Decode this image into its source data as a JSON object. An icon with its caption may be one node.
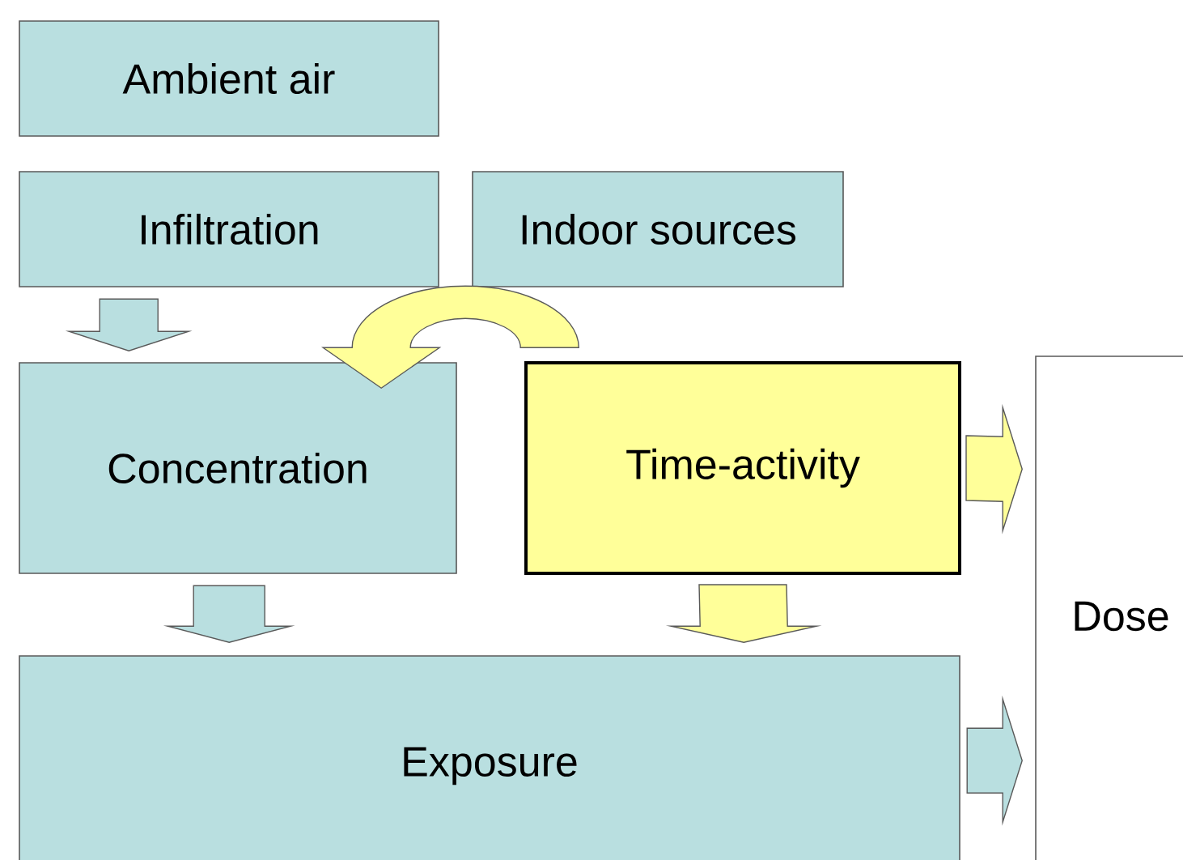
{
  "diagram": {
    "nodes": [
      {
        "text": [
          "Ambient air"
        ]
      },
      {
        "text": [
          "Infiltration"
        ]
      },
      {
        "text": [
          "Indoor sources"
        ]
      },
      {
        "text": [
          "Concentration"
        ]
      },
      {
        "text": [
          "Time-activity"
        ]
      },
      {
        "text": [
          "Exposure"
        ]
      },
      {
        "text": [
          "Dose"
        ]
      }
    ],
    "edges": [
      {
        "from": 1,
        "to": 3,
        "arrow": "to"
      },
      {
        "from": 2,
        "to": 3,
        "arrow": "to",
        "color": "#ffff99"
      },
      {
        "from": 3,
        "to": 5,
        "arrow": "to"
      },
      {
        "from": 4,
        "to": 5,
        "arrow": "to",
        "color": "#ffff99"
      },
      {
        "from": 4,
        "to": 6,
        "arrow": "to",
        "color": "#ffff99"
      },
      {
        "from": 5,
        "to": 6,
        "arrow": "to"
      }
    ]
  }
}
